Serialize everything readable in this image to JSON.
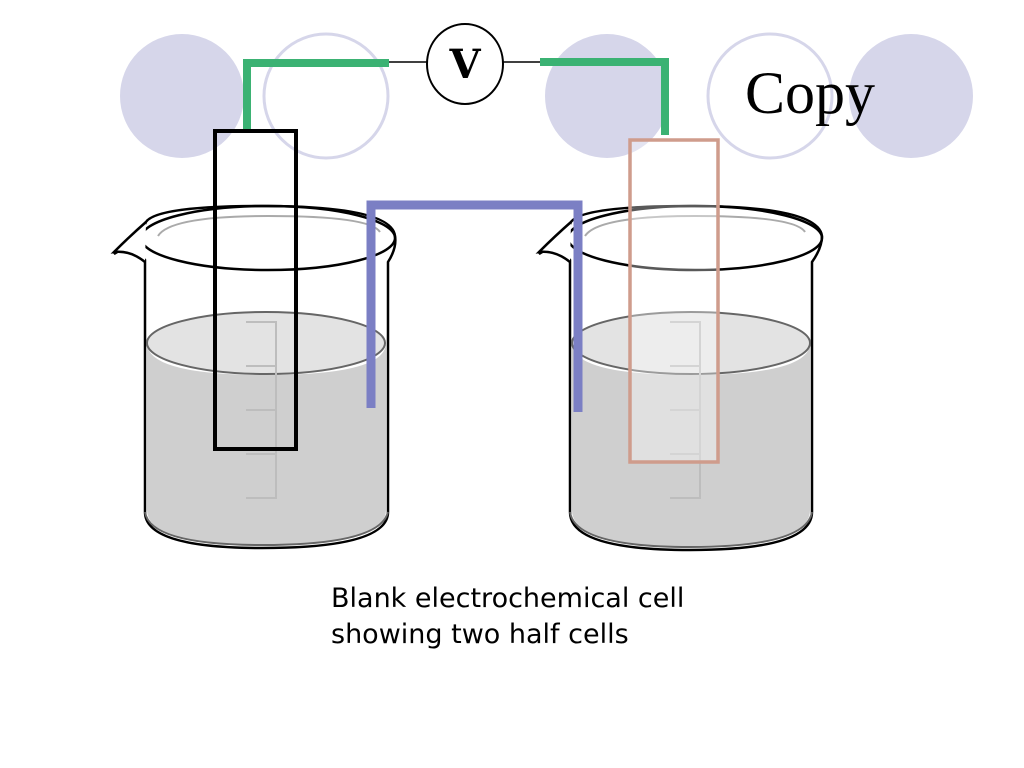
{
  "slide": {
    "title": "Copy",
    "voltmeter_label": "V",
    "caption": {
      "line1": "Blank electrochemical cell",
      "line2": "showing two half cells"
    }
  },
  "colors": {
    "decor_circle": "#d6d6ea",
    "wire": "#3bb273",
    "salt_bridge": "#7b7fc4",
    "left_electrode": "#000000",
    "right_electrode": "#cf9c8c",
    "solution": "#cfcfcf",
    "solution_surface": "#e3e3e3",
    "beaker_outline": "#000000"
  }
}
